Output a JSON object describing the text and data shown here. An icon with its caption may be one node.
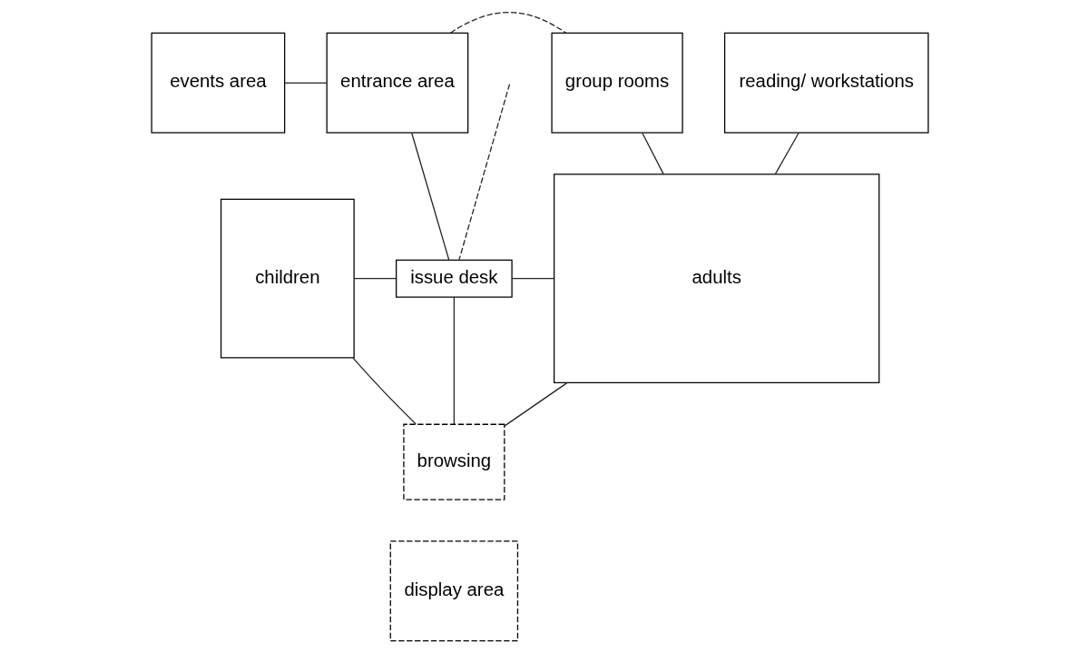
{
  "diagram": {
    "nodes": [
      {
        "text": [
          "events area"
        ]
      },
      {
        "text": [
          "entrance area"
        ]
      },
      {
        "text": [
          "group rooms"
        ]
      },
      {
        "text": [
          "reading/ workstations"
        ]
      },
      {
        "text": [
          "children"
        ]
      },
      {
        "text": [
          "issue desk"
        ]
      },
      {
        "text": [
          "browsing"
        ]
      },
      {
        "text": [
          "display area"
        ]
      },
      {
        "text": [
          "adults"
        ]
      }
    ],
    "edges": [
      {
        "from": 0,
        "to": 1,
        "arrow": "none"
      },
      {
        "from": 1,
        "to": 2,
        "arrow": "none",
        "style": "dashed"
      },
      {
        "from": null,
        "to": 5,
        "arrow": "none",
        "style": "dashed"
      },
      {
        "from": 1,
        "to": 5,
        "arrow": "none"
      },
      {
        "from": 2,
        "to": 8,
        "arrow": "none"
      },
      {
        "from": 3,
        "to": 8,
        "arrow": "none"
      },
      {
        "from": 4,
        "to": 5,
        "arrow": "none"
      },
      {
        "from": 5,
        "to": 8,
        "arrow": "none"
      },
      {
        "from": 5,
        "to": 6,
        "arrow": "none"
      },
      {
        "from": 4,
        "to": 6,
        "arrow": "none"
      },
      {
        "from": 6,
        "to": 8,
        "arrow": "none"
      }
    ]
  }
}
